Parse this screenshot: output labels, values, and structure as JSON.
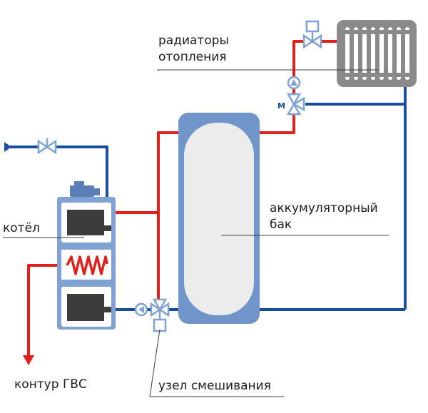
{
  "labels": {
    "radiators": [
      "радиаторы",
      "отопления"
    ],
    "tank": [
      "аккумуляторный",
      "бак"
    ],
    "boiler": "котёл",
    "dhw_circuit": "контур ГВС",
    "mixing_unit": "узел смешивания",
    "motor_mark": "M"
  },
  "colors": {
    "supply_pipe": "#e0201a",
    "return_pipe": "#1a4fa0",
    "tank_body": "#6f95c9",
    "tank_inner": "#ececec",
    "valve": "#7fa2d2",
    "radiator": "#8a8a8a",
    "boiler_body": "#7fa2d2",
    "boiler_door": "#3c3c3c"
  },
  "icons": [
    "radiator-icon",
    "valve-icon",
    "pump-icon",
    "three-way-valve-icon",
    "motor-drive-icon",
    "boiler-icon",
    "heat-exchanger-icon",
    "inlet-arrow-icon",
    "outlet-arrow-icon"
  ]
}
